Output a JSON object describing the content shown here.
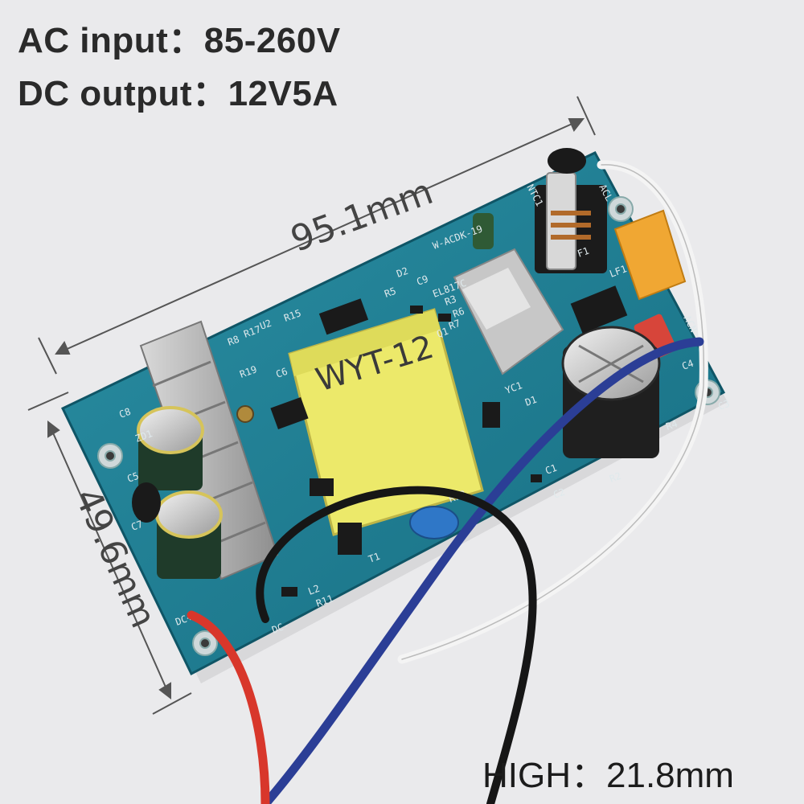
{
  "specs": {
    "ac_input": "AC input：85-260V",
    "dc_output": "DC output：12V5A",
    "height": "HIGH：21.8mm"
  },
  "dimensions": {
    "length": "95.1mm",
    "width": "49.6mm"
  },
  "board": {
    "model_text": "W-ACDK-19",
    "transformer_label": "WYT-12",
    "dc_pos_label": "DC+",
    "dc_neg_label": "DC-",
    "acl_label": "ACL",
    "acn_label": "ACN",
    "ntc_label": "NTC1",
    "silkscreen_labels": [
      "R15",
      "U2",
      "R17",
      "R8",
      "R19",
      "C6",
      "C8",
      "ZD1",
      "C5",
      "C7",
      "L2",
      "R11",
      "R12",
      "T1",
      "YC1",
      "D1",
      "R4",
      "C1",
      "C2",
      "R2",
      "C3",
      "C4",
      "F1",
      "LF1",
      "C9",
      "D2",
      "EL817C",
      "R3",
      "R6",
      "R7",
      "R5",
      "Q1"
    ]
  },
  "colors": {
    "pcb": "#1f7f95",
    "transformer": "#ece96a",
    "wire_red": "#d8372b",
    "wire_blue": "#2b3e96",
    "wire_white": "#f4f4f4",
    "wire_black": "#161616"
  }
}
